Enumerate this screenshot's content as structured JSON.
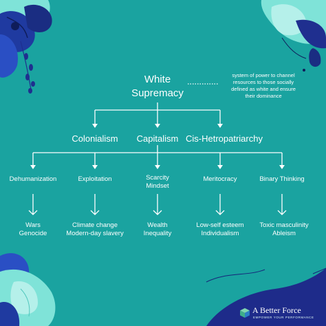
{
  "root": {
    "title_line1": "White",
    "title_line2": "Supremacy",
    "definition_lines": [
      "system of power to channel",
      "resources to those socially",
      "defined as white and ensure",
      "their dominance"
    ]
  },
  "systems": [
    "Colonialism",
    "Capitalism",
    "Cis-Hetropatriarchy"
  ],
  "mechanisms": [
    {
      "lines": [
        "Dehumanization"
      ]
    },
    {
      "lines": [
        "Exploitation"
      ]
    },
    {
      "lines": [
        "Scarcity",
        "Mindset"
      ]
    },
    {
      "lines": [
        "Meritocracy"
      ]
    },
    {
      "lines": [
        "Binary Thinking"
      ]
    }
  ],
  "outcomes": [
    {
      "lines": [
        "Wars",
        "Genocide"
      ]
    },
    {
      "lines": [
        "Climate change",
        "Modern-day slavery"
      ]
    },
    {
      "lines": [
        "Wealth",
        "Inequality"
      ]
    },
    {
      "lines": [
        "Low-self esteem",
        "Individualism"
      ]
    },
    {
      "lines": [
        "Toxic masculinity",
        "Ableism"
      ]
    }
  ],
  "brand": {
    "name": "A Better Force",
    "tagline": "EMPOWER YOUR PERFORMANCE",
    "logo_icon": "cube-icon"
  },
  "colors": {
    "background": "#1aa3a0",
    "text": "#ffffff",
    "flower_navy": "#1f2f8f",
    "flower_light": "#7fe3d8",
    "brand_wave": "#1e2b8a"
  }
}
